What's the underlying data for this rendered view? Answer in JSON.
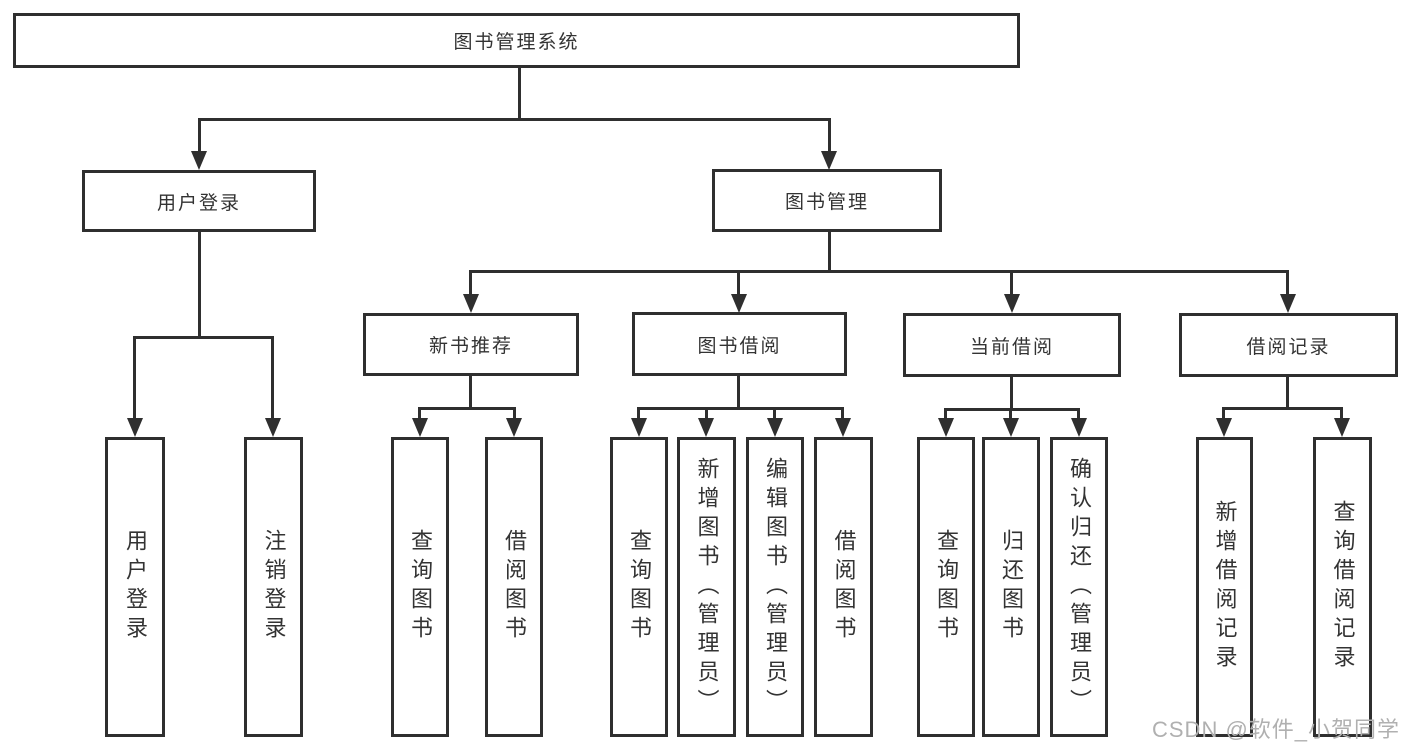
{
  "tree": {
    "root": {
      "label": "图书管理系统"
    },
    "level2": [
      {
        "label": "用户登录",
        "children": [
          {
            "label": "用户登录"
          },
          {
            "label": "注销登录"
          }
        ]
      },
      {
        "label": "图书管理",
        "children": [
          {
            "label": "新书推荐",
            "children": [
              {
                "label": "查询图书"
              },
              {
                "label": "借阅图书"
              }
            ]
          },
          {
            "label": "图书借阅",
            "children": [
              {
                "label": "查询图书"
              },
              {
                "label": "新增图书（管理员）"
              },
              {
                "label": "编辑图书（管理员）"
              },
              {
                "label": "借阅图书"
              }
            ]
          },
          {
            "label": "当前借阅",
            "children": [
              {
                "label": "查询图书"
              },
              {
                "label": "归还图书"
              },
              {
                "label": "确认归还（管理员）"
              }
            ]
          },
          {
            "label": "借阅记录",
            "children": [
              {
                "label": "新增借阅记录"
              },
              {
                "label": "查询借阅记录"
              }
            ]
          }
        ]
      }
    ]
  },
  "watermark": {
    "text": "CSDN @软件_小贺同学"
  },
  "colors": {
    "line": "#2f2f2f",
    "text": "#333333",
    "watermark": "#b0b0b0",
    "background": "#ffffff"
  }
}
